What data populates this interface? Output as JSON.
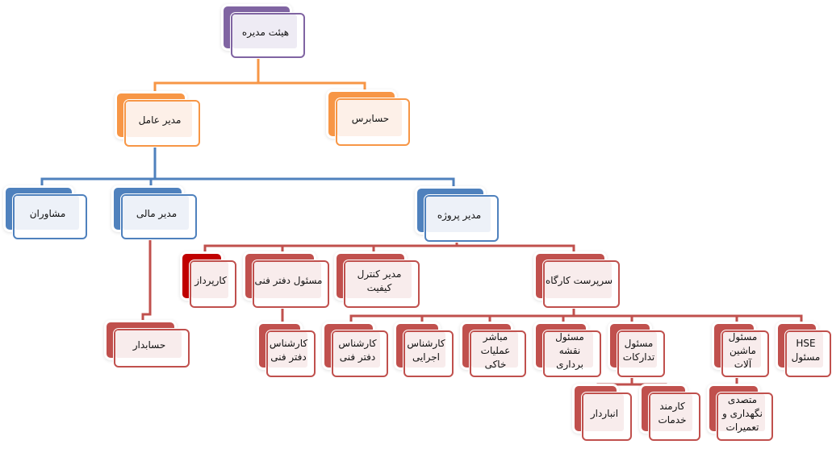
{
  "colors": {
    "board": "#8064a2",
    "management": "#f79646",
    "departments": "#4f81bd",
    "staff": "#c0504d",
    "highlight": "#c00000"
  },
  "nodes": {
    "board": "هیئت مدیره",
    "auditor": "حسابرس",
    "ceo": "مدیر عامل",
    "advisors": "مشاوران",
    "finance_manager": "مدیر مالی",
    "project_manager": "مدیر پروژه",
    "accountant": "حسابدار",
    "purchaser": "کارپرداز",
    "tech_office_head": "مسئول دفتر فنی",
    "qc_manager": "مدیر کنترل\nکیفیت",
    "site_supervisor": "سرپرست کارگاه",
    "tech_office_expert_1": "کارشناس\nدفتر فنی",
    "tech_office_expert_2": "کارشناس\nدفتر فنی",
    "execution_expert": "کارشناس\nاجرایی",
    "earthworks_agent": "مباشر\nعملیات\nخاکی",
    "surveying_head": "مسئول\nنقشه\nبرداری",
    "procurement_head": "مسئول\nتدارکات",
    "machinery_head": "مسئول\nماشین\nآلات",
    "hse_head": "HSE\nمسئول",
    "warehouse_keeper": "انباردار",
    "service_staff": "کارمند\nخدمات",
    "maintenance_operator": "متصدی\nنگهداری و\nتعمیرات"
  }
}
